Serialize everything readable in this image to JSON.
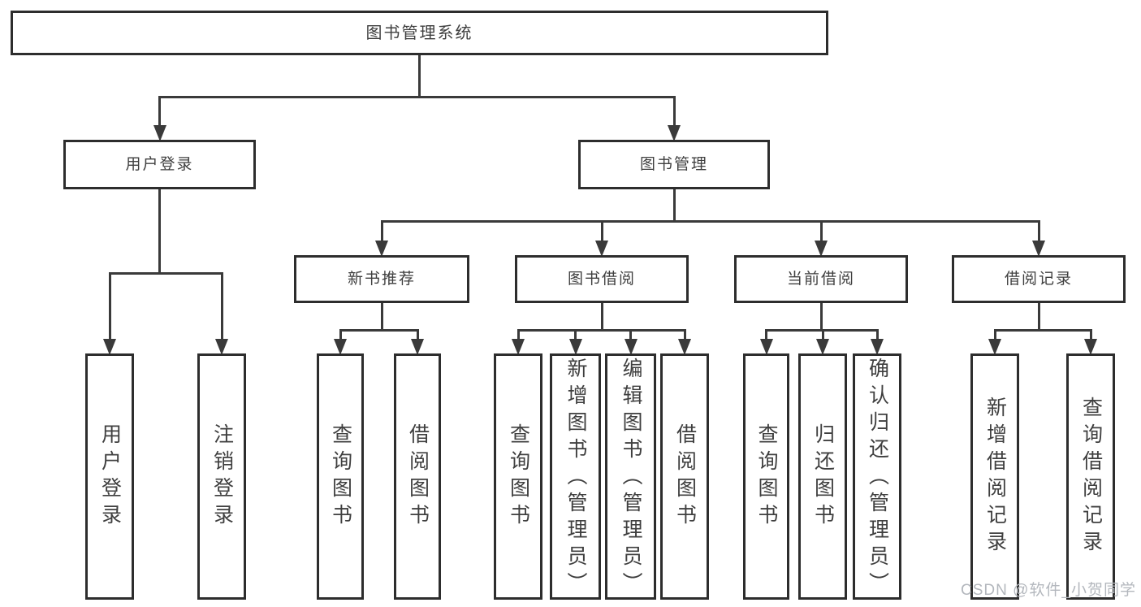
{
  "diagram": {
    "title": "图书管理系统",
    "nodes": [
      {
        "id": "root",
        "label": "图书管理系统",
        "parent": null
      },
      {
        "id": "user-login",
        "label": "用户登录",
        "parent": "root"
      },
      {
        "id": "book-mgmt",
        "label": "图书管理",
        "parent": "root"
      },
      {
        "id": "new-book-rec",
        "label": "新书推荐",
        "parent": "book-mgmt"
      },
      {
        "id": "book-borrow",
        "label": "图书借阅",
        "parent": "book-mgmt"
      },
      {
        "id": "current-borrow",
        "label": "当前借阅",
        "parent": "book-mgmt"
      },
      {
        "id": "borrow-records",
        "label": "借阅记录",
        "parent": "book-mgmt"
      },
      {
        "id": "leaf-user-login",
        "label": "用户登录",
        "parent": "user-login"
      },
      {
        "id": "leaf-logout",
        "label": "注销登录",
        "parent": "user-login"
      },
      {
        "id": "leaf-query-book-1",
        "label": "查询图书",
        "parent": "new-book-rec"
      },
      {
        "id": "leaf-borrow-book-1",
        "label": "借阅图书",
        "parent": "new-book-rec"
      },
      {
        "id": "leaf-query-book-2",
        "label": "查询图书",
        "parent": "book-borrow"
      },
      {
        "id": "leaf-add-book",
        "label": "新增图书（管理员）",
        "parent": "book-borrow"
      },
      {
        "id": "leaf-edit-book",
        "label": "编辑图书（管理员）",
        "parent": "book-borrow"
      },
      {
        "id": "leaf-borrow-book-2",
        "label": "借阅图书",
        "parent": "book-borrow"
      },
      {
        "id": "leaf-query-book-3",
        "label": "查询图书",
        "parent": "current-borrow"
      },
      {
        "id": "leaf-return-book",
        "label": "归还图书",
        "parent": "current-borrow"
      },
      {
        "id": "leaf-confirm-return",
        "label": "确认归还（管理员）",
        "parent": "current-borrow"
      },
      {
        "id": "leaf-add-record",
        "label": "新增借阅记录",
        "parent": "borrow-records"
      },
      {
        "id": "leaf-query-record",
        "label": "查询借阅记录",
        "parent": "borrow-records"
      }
    ]
  },
  "watermark": {
    "text": "CSDN @软件_小贺同学"
  },
  "colors": {
    "line": "#3a3a3a",
    "box_border": "#2d2d2d",
    "box_fill": "#ffffff",
    "text": "#3f3f3f",
    "watermark": "#b3b7bd"
  }
}
